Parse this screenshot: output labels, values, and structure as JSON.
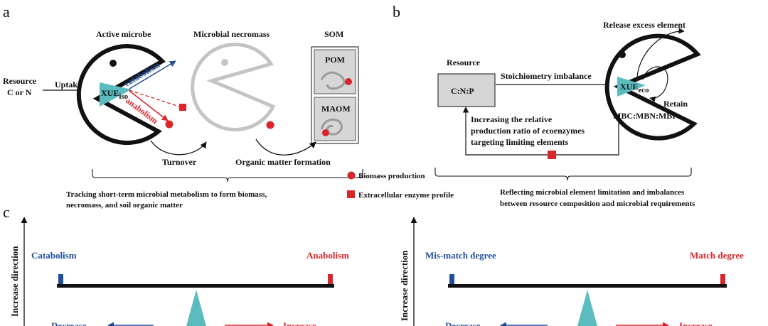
{
  "panels": {
    "a": {
      "letter": "a",
      "resource_line1": "Resource",
      "resource_line2": "C or N",
      "uptake": "Uptake",
      "active_microbe": "Active microbe",
      "microbial_necromass": "Microbial necromass",
      "som": "SOM",
      "pom": "POM",
      "maom": "MAOM",
      "xue": "XUE",
      "xue_sub": "iso",
      "catabolism": "catabolism",
      "anabolism": "anabolism",
      "turnover": "Turnover",
      "organic_matter_formation": "Organic matter formation",
      "summary_line1": "Tracking short-term microbial metabolism to form biomass,",
      "summary_line2": "necromass, and soil organic matter"
    },
    "b": {
      "letter": "b",
      "release_excess": "Release excess element",
      "resource": "Resource",
      "ratio": "C:N:P",
      "stoichiometry": "Stoichiometry imbalance",
      "xue": "XUE",
      "xue_sub": "eco",
      "retain": "Retain",
      "mbc_ratio": "MBC:MBN:MBP",
      "increasing_line1": "Increasing the relative",
      "increasing_line2": "production ratio of ecoenzymes",
      "increasing_line3": "targeting limiting elements",
      "summary_line1": "Reflecting microbial element limitation and imbalances",
      "summary_line2": "between resource composition and microbial requirements"
    },
    "c": {
      "letter": "c",
      "axis_label_left": "Increase direction",
      "axis_label_right": "Increase direction",
      "left_low": "Catabolism",
      "left_high": "Anabolism",
      "right_low": "Mis-match degree",
      "right_high": "Match degree",
      "decrease": "Decrease",
      "increase": "Increase"
    }
  },
  "legend": {
    "biomass": "Biomass production",
    "enzyme": "Extracellular enzyme profile"
  },
  "colors": {
    "teal": "#5bbcbf",
    "red": "#d8262b",
    "blue": "#1f4e9c",
    "necromass_gray": "#c4c4c4",
    "box_gray": "#d6d6d6"
  }
}
